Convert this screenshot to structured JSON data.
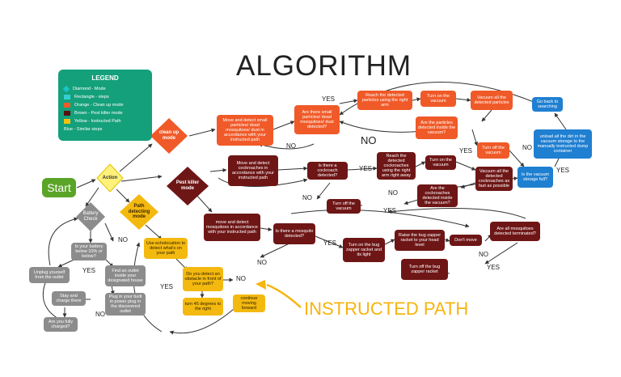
{
  "title": "ALGORITHM",
  "instructed_path_label": "INSTRUCTED PATH",
  "legend": {
    "heading": "LEGEND",
    "items": [
      {
        "label": "Diamond - Mode",
        "color": "#19c4c4"
      },
      {
        "label": "Rectangle - steps",
        "color": "#33cfcf"
      },
      {
        "label": "Orange - Clean up mode",
        "color": "#f05a28"
      },
      {
        "label": "Brown - Pest killer mode",
        "color": "#5a1010"
      },
      {
        "label": "Yellow - Instructed Path",
        "color": "#f3c20f"
      },
      {
        "label": "Blue - Similar steps",
        "color": "#14a07a"
      }
    ]
  },
  "start": "Start",
  "diamonds": {
    "action": "Action",
    "clean_up": "clean up mode",
    "pest_killer": "Pest killer mode",
    "path_detecting": "Path detecting mode",
    "battery_check": "Battery Check"
  },
  "clean": {
    "move_detect": "Move and detect small particles/ dead mosquitoes/ dust in accordance with your instructed path",
    "any_small": "Are there small particles/ dead mosquitoes/ dust detected?",
    "reach": "Reach the detected particles using the right arm",
    "turn_on_vacuum": "Turn on the vacuum",
    "vacuum_all": "Vacuum all the detected particles",
    "particles_inside": "Are the particles detected inside the vacuum?",
    "turn_off_vacuum": "Turn off the vacuum"
  },
  "pest": {
    "move_cockroach": "Move and detect cockroaches in accordance with your instructed path",
    "any_cockroach": "Is there a cockroach detected?",
    "reach_cockroach": "Reach the detected cockroaches using the right arm right away",
    "turn_on_vacuum": "Turn on the vacuum",
    "vacuum_cockroach": "Vacuum all the detected cockroaches as fast as possible",
    "cockroach_inside": "Are the cockroaches detected inside the vacuum?",
    "turn_off_vacuum": "Turn off the vacuum",
    "move_mosquito": "move and detect mosquitoes in accordance with your instructed path",
    "any_mosquito": "Is there a mosquito detected?",
    "zapper_on": "Turn on the bug zapper racket and its light",
    "raise_zapper": "Raise the bug zapper racket to your head level",
    "dont_move": "Don't move",
    "all_exterminated": "Are all mosquitoes detected terminated?",
    "zapper_off": "Turn off the bug zapper racket"
  },
  "blue": {
    "vacuum_full": "Is the vacuum storage full?",
    "unload": "unload all the dirt in the vacuum storage to the manually instructed dump container",
    "go_back": "Go back to searching"
  },
  "path": {
    "echolocation": "Use echolocation to detect what's on your path",
    "obstacle": "Do you detect an obstacle in front of your path?",
    "turn45": "turn 45 degrees to the right",
    "continue": "continue moving forward"
  },
  "battery": {
    "below10": "Is your battery below 10% or below?",
    "find_outlet": "Find an outlet inside your designated house",
    "unplug": "Unplug yourself from the outlet",
    "plug_in": "Plug in your built in power plug in the discovered outlet",
    "stay_charge": "Stay and charge there",
    "fully_charged": "Are you fully charged?"
  },
  "answers": {
    "yes": "YES",
    "no": "NO"
  }
}
